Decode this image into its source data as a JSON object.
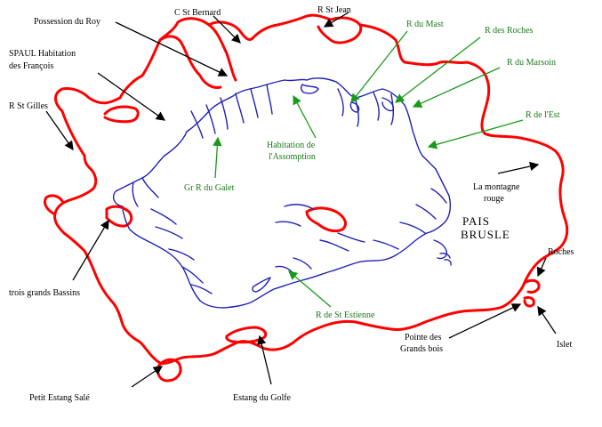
{
  "labels": {
    "possession_du_roy": "Possession du Roy",
    "c_st_bernard": "C St Bernard",
    "r_st_jean": "R St Jean",
    "r_du_mast": "R du Mast",
    "r_des_roches": "R des Roches",
    "r_du_marsoin": "R du Marsoin",
    "r_de_lest": "R de l'Est",
    "spaul_line1": "SPAUL  Habitation",
    "spaul_line2": "des François",
    "r_st_gilles": "R St Gilles",
    "habitation_line1": "Habitation de",
    "habitation_line2": "l'Assomption",
    "gr_r_du_galet": "Gr  R du Galet",
    "montagne_line1": "La montagne",
    "montagne_line2": "rouge",
    "pais": "PAIS",
    "brusle": "BRUSLE",
    "roches": "Roches",
    "trois_grands_bassins": "trois grands Bassins",
    "r_de_st_estienne": "R de St Estienne",
    "islet": "Islet",
    "pointe_line1": "Pointe des",
    "pointe_line2": "Grands bois",
    "petit_estang_sale": "Petit Estang Salé",
    "estang_du_golfe": "Estang du Golfe"
  },
  "colors": {
    "coast": "#ff0000",
    "rivers": "#2020b8",
    "green_labels": "#1a7a1a",
    "black_labels": "#000000"
  }
}
